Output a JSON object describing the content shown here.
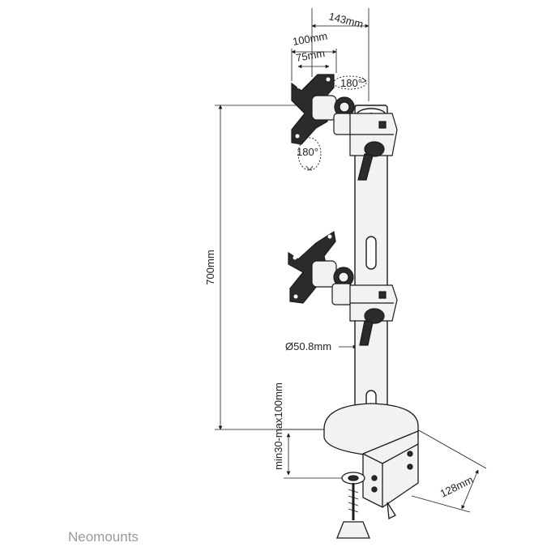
{
  "brand": {
    "name": "Neomounts"
  },
  "dimensions": {
    "width_total": "143mm",
    "vesa_max": "100mm",
    "vesa_min": "75mm",
    "rotation_top": "180°",
    "rotation_side": "180°",
    "height": "700mm",
    "pole_diameter": "Ø50.8mm",
    "clamp_range": "min30-max100mm",
    "clamp_depth": "128mm"
  },
  "colors": {
    "line": "#1a1a1a",
    "metal": "#f2f2f2",
    "dark": "#2b2b2b",
    "brand": "#9a9a9a"
  }
}
